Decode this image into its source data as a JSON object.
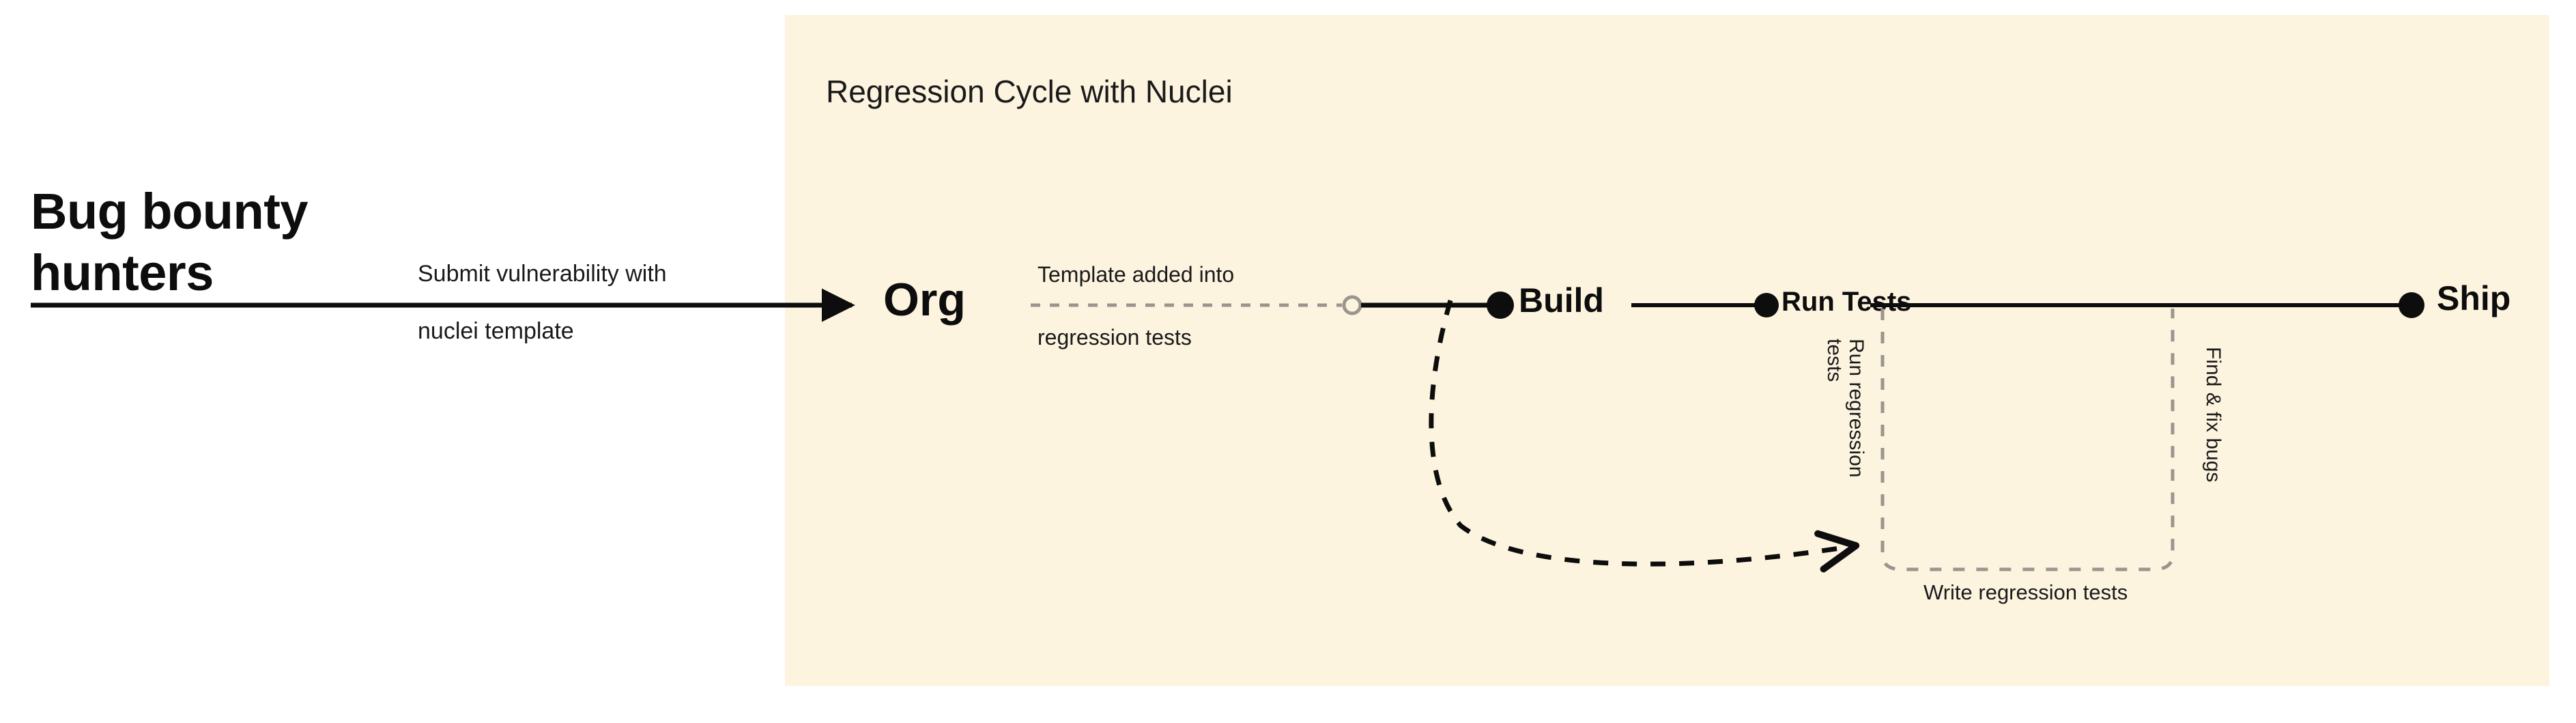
{
  "diagram": {
    "title": "Regression Cycle with Nuclei",
    "background_white": "#ffffff",
    "panel_color": "#fdf4e0",
    "ink_color": "#0d0d0d",
    "muted_color": "#9a968d"
  },
  "actor": {
    "label": "Bug bounty\nhunters"
  },
  "edges": {
    "submit_line1": "Submit vulnerability with",
    "submit_line2": "nuclei template",
    "template_line1": "Template added into",
    "template_line2": "regression tests"
  },
  "nodes": {
    "org": "Org",
    "build": "Build",
    "run_tests": "Run Tests",
    "ship": "Ship"
  },
  "annotations": {
    "run_regression_tests": "Run regression\ntests",
    "find_and_fix_bugs": "Find & fix bugs",
    "write_regression_tests": "Write regression tests"
  },
  "chart_data": {
    "type": "diagram",
    "title": "Regression Cycle with Nuclei",
    "flow": [
      {
        "from": "Bug bounty hunters",
        "to": "Org",
        "label": "Submit vulnerability with nuclei template",
        "style": "solid-arrow"
      },
      {
        "from": "Org",
        "to": "checkpoint",
        "label": "Template added into regression tests",
        "style": "dashed-gray"
      },
      {
        "from": "checkpoint",
        "to": "Build",
        "label": "",
        "style": "solid"
      },
      {
        "from": "Build",
        "to": "Run Tests",
        "label": "",
        "style": "solid"
      },
      {
        "from": "Run Tests",
        "to": "Ship",
        "label": "",
        "style": "solid"
      },
      {
        "from": "Build",
        "to": "Run regression tests",
        "label": "Run regression tests",
        "style": "dashed-black-curve-arrow"
      }
    ],
    "regions": [
      {
        "label": "Write regression tests",
        "style": "dashed-rounded-box",
        "spans": [
          "Run Tests",
          "Ship"
        ]
      }
    ]
  }
}
